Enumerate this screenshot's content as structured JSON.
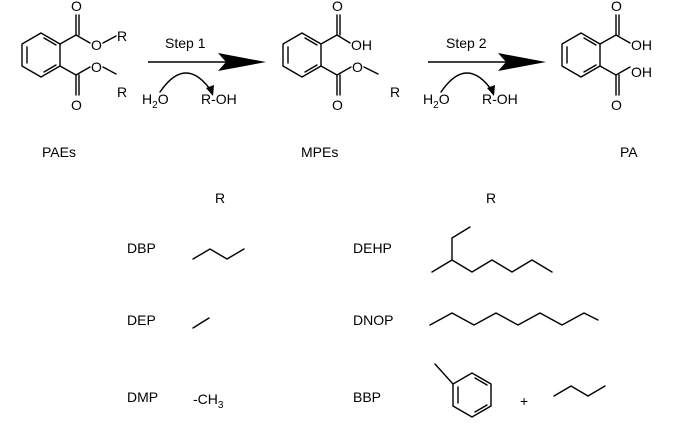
{
  "reaction": {
    "compound_1": {
      "name": "PAEs",
      "group_top_o": "O",
      "group_top_r": "R",
      "group_bot_o": "O",
      "group_bot_r": "R"
    },
    "compound_2": {
      "name": "MPEs",
      "group_top": "OH",
      "group_bot_o": "O",
      "group_bot_r": "R"
    },
    "compound_3": {
      "name": "PA",
      "group_top": "OH",
      "group_bot": "OH"
    },
    "step_1": {
      "label": "Step 1",
      "reagent": "H",
      "reagent_sub": "2",
      "reagent_tail": "O",
      "product": "R-OH"
    },
    "step_2": {
      "label": "Step 2",
      "reagent": "H",
      "reagent_sub": "2",
      "reagent_tail": "O",
      "product": "R-OH"
    }
  },
  "substituents": {
    "header_left": "R",
    "header_right": "R",
    "left": [
      {
        "name": "DBP",
        "structure": ""
      },
      {
        "name": "DEP",
        "structure": ""
      },
      {
        "name": "DMP",
        "structure_text": "-CH",
        "structure_sub": "3"
      }
    ],
    "right": [
      {
        "name": "DEHP"
      },
      {
        "name": "DNOP"
      },
      {
        "name": "BBP",
        "plus": "+"
      }
    ]
  }
}
